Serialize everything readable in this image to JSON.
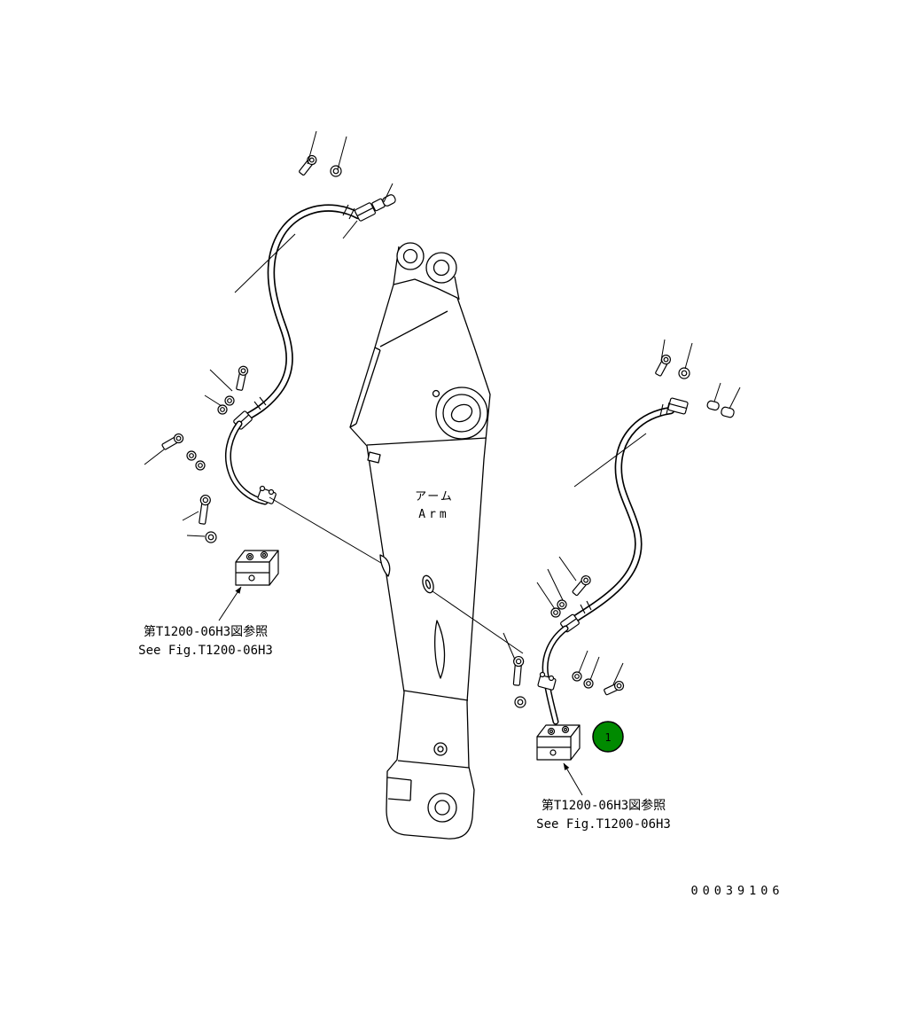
{
  "diagram": {
    "arm_label": {
      "jp": "アーム",
      "en": "Arm"
    },
    "ref_note_left": {
      "jp": "第T1200-06H3図参照",
      "en": "See Fig.T1200-06H3"
    },
    "ref_note_right": {
      "jp": "第T1200-06H3図参照",
      "en": "See Fig.T1200-06H3"
    },
    "callout_1": {
      "number": "1",
      "fill": "#008A00"
    },
    "drawing_number": "00039106",
    "colors": {
      "line": "#000000",
      "background": "#ffffff"
    }
  }
}
